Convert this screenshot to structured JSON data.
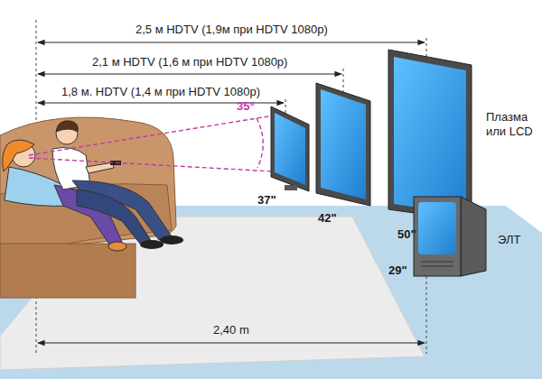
{
  "diagram": {
    "labels": [
      "2,5 м HDTV (1,9м при HDTV 1080p)",
      "2,1 м HDTV (1,6 м при HDTV 1080p)",
      "1,8 м. HDTV (1,4 м при HDTV 1080p)",
      "35°",
      "37\"",
      "42\"",
      "50\"",
      "Плазма или LCD",
      "ЭЛТ",
      "29\"",
      "2,40 m"
    ]
  }
}
